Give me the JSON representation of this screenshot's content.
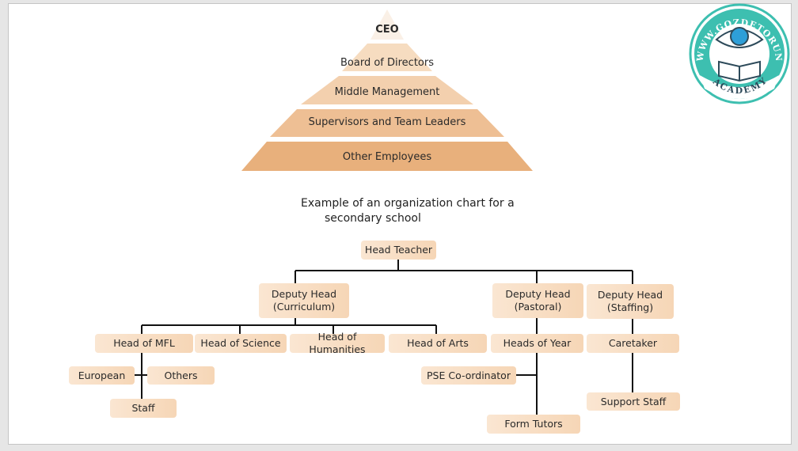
{
  "pyramid": {
    "levels": [
      {
        "label": "CEO",
        "color": "#faf0e6"
      },
      {
        "label": "Board of Directors",
        "color": "#f6dcc0"
      },
      {
        "label": "Middle Management",
        "color": "#f3d0ae"
      },
      {
        "label": "Supervisors and Team Leaders",
        "color": "#eebf94"
      },
      {
        "label": "Other Employees",
        "color": "#e8b07c"
      }
    ]
  },
  "caption": {
    "line1": "Example of an organization chart for a",
    "line2": "secondary school"
  },
  "org": {
    "head_teacher": "Head Teacher",
    "deputy_curriculum": {
      "title": "Deputy Head",
      "sub": "(Curriculum)"
    },
    "deputy_pastoral": {
      "title": "Deputy Head",
      "sub": "(Pastoral)"
    },
    "deputy_staffing": {
      "title": "Deputy Head",
      "sub": "(Staffing)"
    },
    "head_mfl": "Head of MFL",
    "head_science": "Head of Science",
    "head_humanities": "Head of Humanities",
    "head_arts": "Head of Arts",
    "european": "European",
    "others": "Others",
    "staff": "Staff",
    "heads_of_year": "Heads of Year",
    "pse": "PSE Co-ordinator",
    "form_tutors": "Form Tutors",
    "caretaker": "Caretaker",
    "support_staff": "Support Staff"
  },
  "logo": {
    "top_text": "WWW.GOZDETORUN.COM",
    "bottom_text": "ACADEMY",
    "color": "#3dbfb0"
  }
}
